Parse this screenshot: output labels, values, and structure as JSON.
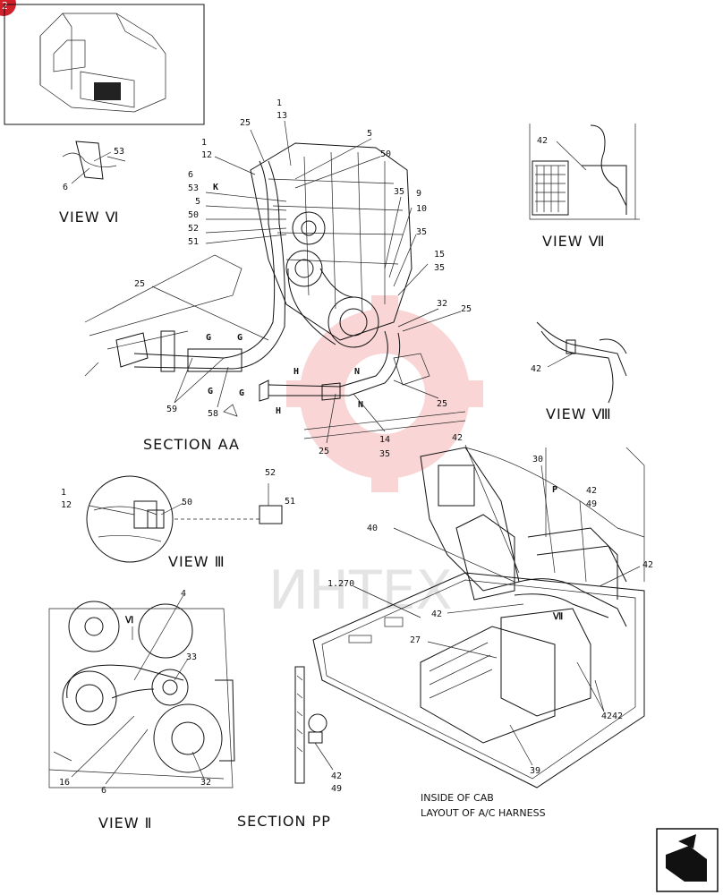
{
  "page_badge": "2",
  "watermark": "ИНТЕХ",
  "view_titles": {
    "view_vi": "VIEW Ⅵ",
    "view_vii": "VIEW Ⅶ",
    "view_viii": "VIEW Ⅷ",
    "section_aa": "SECTION AA",
    "view_iii": "VIEW Ⅲ",
    "view_ii": "VIEW Ⅱ",
    "section_pp": "SECTION PP"
  },
  "caption": {
    "line1": "INSIDE OF CAB",
    "line2": "LAYOUT OF A/C HARNESS"
  },
  "callouts": {
    "vi_53": "53",
    "vi_6": "6",
    "main_1": "1",
    "main_13": "13",
    "main_25a": "25",
    "main_1b": "1",
    "main_12": "12",
    "main_5a": "5",
    "main_50a": "50",
    "main_6": "6",
    "main_53": "53",
    "main_K": "K",
    "main_5b": "5",
    "main_50b": "50",
    "main_52": "52",
    "main_51": "51",
    "main_35a": "35",
    "main_9": "9",
    "main_10": "10",
    "main_35b": "35",
    "main_15": "15",
    "main_35c": "35",
    "main_32": "32",
    "main_25b": "25",
    "main_25c": "25",
    "main_G1": "G",
    "main_G2": "G",
    "main_G3": "G",
    "main_G4": "G",
    "main_H1": "H",
    "main_H2": "H",
    "main_N1": "N",
    "main_N2": "N",
    "main_59": "59",
    "main_58": "58",
    "main_25d": "25",
    "main_14": "14",
    "main_35d": "35",
    "main_25e": "25",
    "vii_42": "42",
    "viii_42": "42",
    "iii_1": "1",
    "iii_12": "12",
    "iii_50": "50",
    "iii_52": "52",
    "iii_51": "51",
    "cab_42a": "42",
    "cab_30": "30",
    "cab_P": "P",
    "cab_42b": "42",
    "cab_49": "49",
    "cab_40": "40",
    "cab_42c": "42",
    "cab_1270": "1.270",
    "cab_42d": "42",
    "cab_VII": "Ⅶ",
    "cab_27": "27",
    "cab_42e": "42",
    "cab_42f": "42",
    "cab_39": "39",
    "ii_4": "4",
    "ii_33": "33",
    "ii_16": "16",
    "ii_6": "6",
    "ii_32": "32",
    "ii_VI": "Ⅵ",
    "pp_42": "42",
    "pp_49": "49"
  }
}
